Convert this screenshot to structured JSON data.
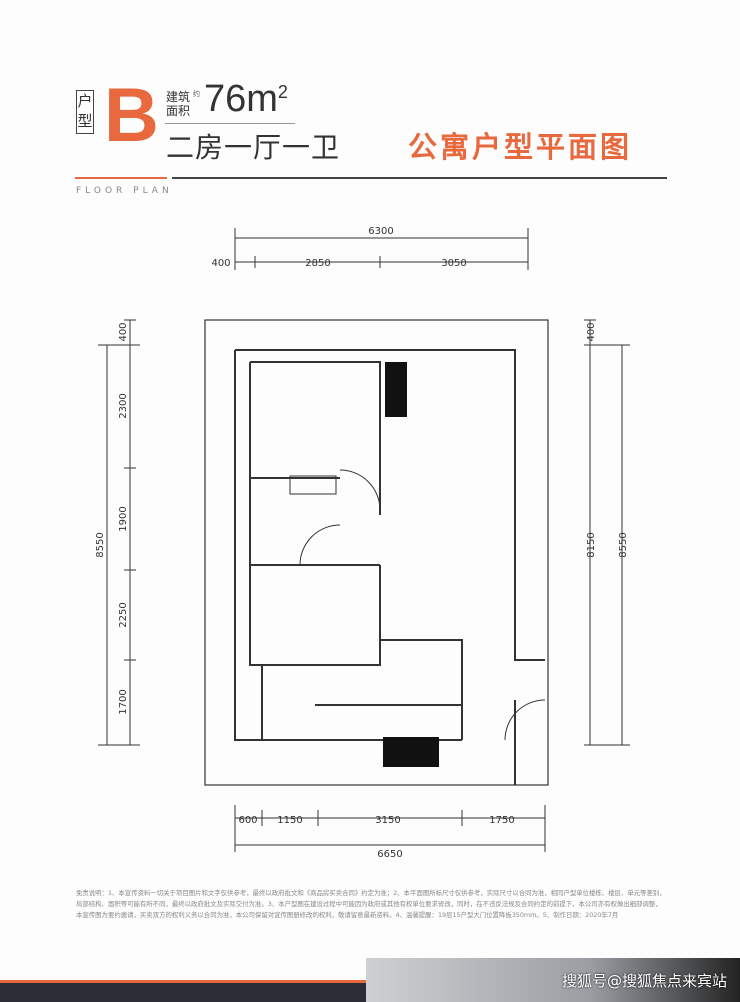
{
  "header": {
    "type_label": "户型",
    "type_letter": "B",
    "area_label": "建筑面积",
    "area_note": "约",
    "area_value": "76m",
    "area_unit_sup": "2",
    "layout": "二房一厅一卫",
    "title": "公寓户型平面图",
    "subtitle": "FLOOR PLAN"
  },
  "dimensions": {
    "top_total": "6300",
    "top": [
      "400",
      "2850",
      "3050"
    ],
    "bottom": [
      "600",
      "1150",
      "3150",
      "1750"
    ],
    "bottom_total": "6650",
    "left": [
      "400",
      "2300",
      "1900",
      "2250",
      "1700"
    ],
    "left_total": "8550",
    "right": [
      "400",
      "8150"
    ],
    "right_total": "8550"
  },
  "disclaimer": "免责说明：1、本宣传资料一切关于项目图片和文字仅供参考，最终以政府批文和《商品房买卖合同》约定为准；2、本平面图所标尺寸仅供参考，实际尺寸以合同为准，相同户型单位楼栋、楼层、单元等差别，局部结构、面积等可能有所不同，最终以政府批文及实际交付为准。3、本户型图在建设过程中可能因为政府或其他有权单位要求修改，同时，在不违反法规及合同约定的前提下，本公司亦有权做出细部调整，本宣传图为要约邀请，买卖双方的权利义务以合同为准，本公司保留对宣传图册修改的权利，敬请留意最新资料。4、温馨提醒：19层15户型大门位置降板350mm。5、制作日期：2020年7月",
  "watermark": "搜狐号@搜狐焦点来宾站",
  "colors": {
    "accent": "#e8693e",
    "dark": "#2c2c34"
  }
}
